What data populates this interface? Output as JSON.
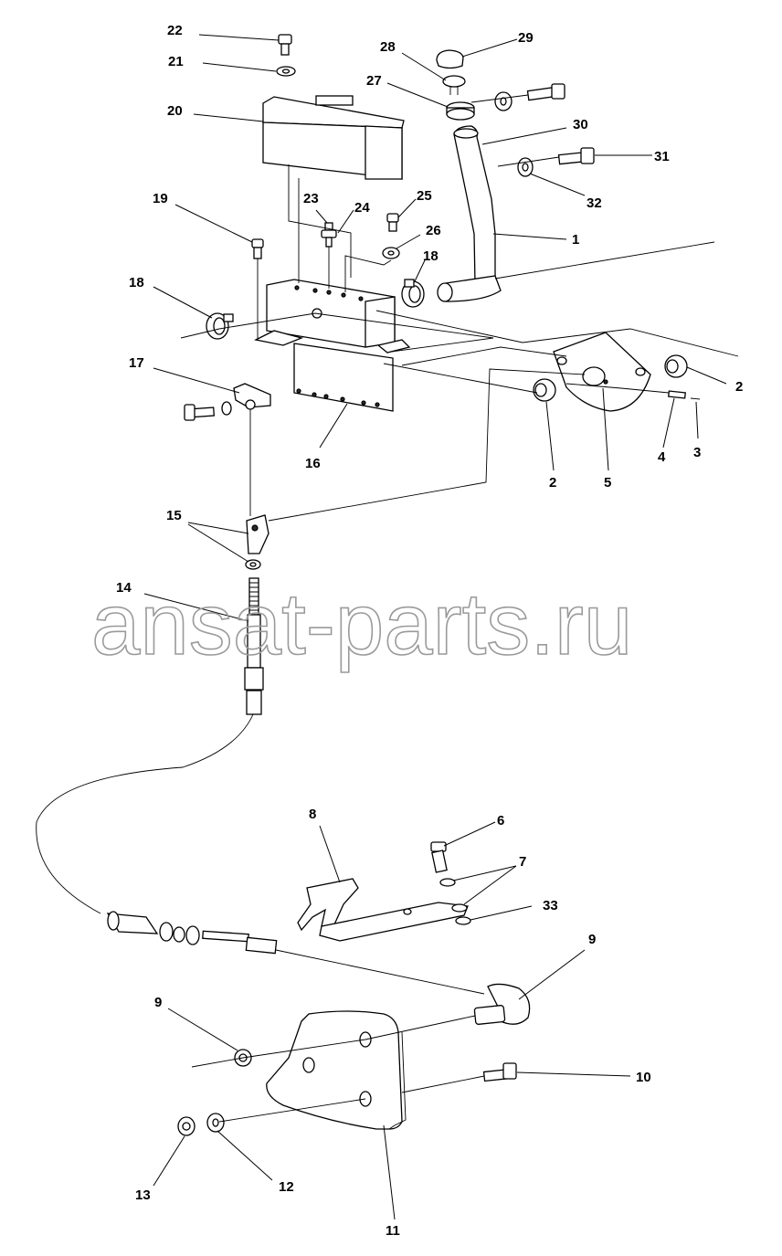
{
  "watermark": "ansat-parts.ru",
  "corner_note": "",
  "callouts": {
    "c1": "1",
    "c2a": "2",
    "c2b": "2",
    "c3": "3",
    "c4": "4",
    "c5": "5",
    "c6": "6",
    "c7": "7",
    "c8": "8",
    "c9a": "9",
    "c9b": "9",
    "c10": "10",
    "c11": "11",
    "c12": "12",
    "c13": "13",
    "c14": "14",
    "c15": "15",
    "c16": "16",
    "c17": "17",
    "c18a": "18",
    "c18b": "18",
    "c19": "19",
    "c20": "20",
    "c21": "21",
    "c22": "22",
    "c23": "23",
    "c24": "24",
    "c25": "25",
    "c26": "26",
    "c27": "27",
    "c28": "28",
    "c29": "29",
    "c30": "30",
    "c31": "31",
    "c32": "32",
    "c33": "33"
  }
}
